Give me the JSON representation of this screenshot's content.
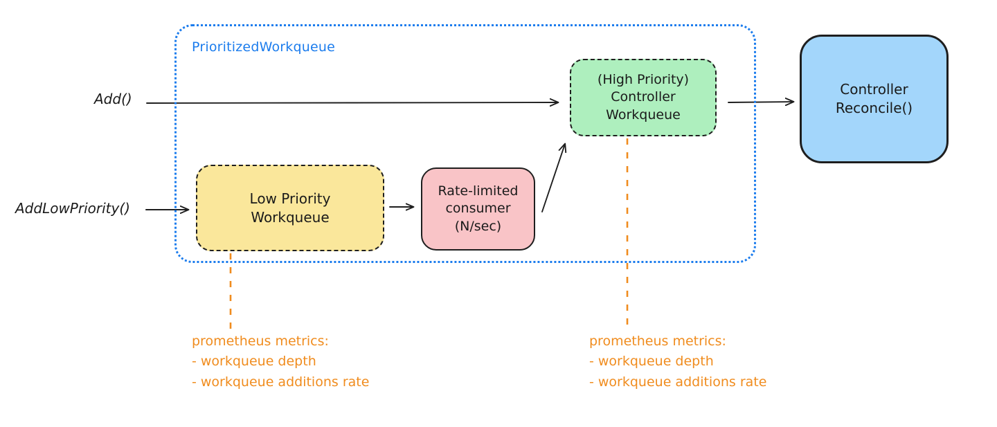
{
  "diagram": {
    "title": "PrioritizedWorkqueue",
    "group": {
      "label": "PrioritizedWorkqueue",
      "border_color": "#1b7ced",
      "border_style": "dotted"
    },
    "entry_points": [
      {
        "id": "add",
        "label": "Add()"
      },
      {
        "id": "add-low-priority",
        "label": "AddLowPriority()"
      }
    ],
    "nodes": [
      {
        "id": "low-priority-workqueue",
        "lines": [
          "Low Priority",
          "Workqueue"
        ],
        "fill": "#FAE79B",
        "border_style": "dashed",
        "border_color": "#1e1e1e"
      },
      {
        "id": "rate-limited-consumer",
        "lines": [
          "Rate-limited",
          "consumer",
          "(N/sec)"
        ],
        "fill": "#F9C4C7",
        "border_style": "solid",
        "border_color": "#1e1e1e"
      },
      {
        "id": "high-priority-workqueue",
        "lines": [
          "(High Priority)",
          "Controller",
          "Workqueue"
        ],
        "fill": "#AEEFBE",
        "border_style": "dashed",
        "border_color": "#1e1e1e"
      },
      {
        "id": "controller-reconcile",
        "lines": [
          "Controller",
          "Reconcile()"
        ],
        "fill": "#A3D6FB",
        "border_style": "solid",
        "border_color": "#1e1e1e"
      }
    ],
    "edges": [
      {
        "id": "add-to-high-priority",
        "from": "Add()",
        "to": "(High Priority) Controller Workqueue"
      },
      {
        "id": "add-low-priority-to-low-priority",
        "from": "AddLowPriority()",
        "to": "Low Priority Workqueue"
      },
      {
        "id": "low-priority-to-rate-limited",
        "from": "Low Priority Workqueue",
        "to": "Rate-limited consumer"
      },
      {
        "id": "rate-limited-to-high-priority",
        "from": "Rate-limited consumer",
        "to": "(High Priority) Controller Workqueue"
      },
      {
        "id": "high-priority-to-reconcile",
        "from": "(High Priority) Controller Workqueue",
        "to": "Controller Reconcile()"
      }
    ],
    "annotations": [
      {
        "id": "low-priority-metrics",
        "color": "#F08C1E",
        "attached_to": "low-priority-workqueue",
        "lines": [
          "prometheus metrics:",
          "- workqueue depth",
          "- workqueue additions rate"
        ]
      },
      {
        "id": "high-priority-metrics",
        "color": "#F08C1E",
        "attached_to": "high-priority-workqueue",
        "lines": [
          "prometheus metrics:",
          "- workqueue depth",
          "- workqueue additions rate"
        ]
      }
    ]
  }
}
